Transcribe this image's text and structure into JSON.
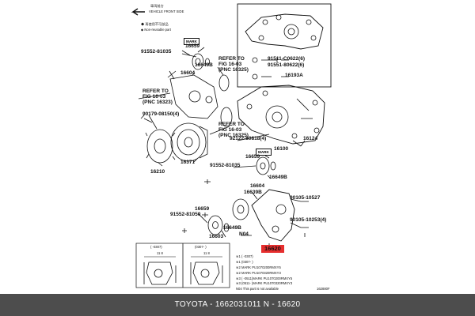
{
  "legend": {
    "front_jp": "車両前方",
    "front_en": "VEHICLE FRONT SIDE",
    "nonreuse_jp": "◆ 再使用不可部品",
    "nonreuse_en": "◆ Non-reusable part"
  },
  "callouts": {
    "p16659a": "16659",
    "p91552a": "91552-81035",
    "p16604a": "16604",
    "p16649Ba": "16649B",
    "refer1a": "REFER TO",
    "refer1b": "FIG 16-03",
    "refer1c": "(PNC 16325)",
    "refer2a": "REFER TO",
    "refer2b": "FIG 16-03",
    "refer2c": "(PNC 16323)",
    "refer3a": "REFER TO",
    "refer3b": "FIG 16-03",
    "refer3c": "(PNC 16325)",
    "p90179": "90179-08150(4)",
    "p92122": "92122-80818(4)",
    "p16124": "16124",
    "p16100": "16100",
    "p16371": "16371",
    "p16210": "16210",
    "p91511": "91511-C0622(6)",
    "p91551": "91551-80622(6)",
    "p16193A": "16193A",
    "p16659b": "16659",
    "p91552b": "91552-81035",
    "p16649Bb": "16649B",
    "p16604b": "16604",
    "p16639B": "16639B",
    "p90105a": "90105-10527",
    "p90105b": "90105-10253(4)",
    "p16659c": "16659",
    "p91552c": "91552-81050",
    "p16649Bc": "16649B",
    "p16603": "16603",
    "n04": "N04",
    "p16620": "16620",
    "mark": "MARK",
    "fig": "162880F"
  },
  "inset": {
    "left_range": "( -0307)",
    "right_range": "(0307- )",
    "left_dim": "11 8",
    "right_dim": "11 8"
  },
  "notes": {
    "n1": "※1 ( -0307)",
    "n2": "※1 (0307- )",
    "n3": "※2 MARK PU1070200RMXY5",
    "n4": "※2 MARK PU1070320RMXY3",
    "n5": "※3 ( -0511)MARK PU1070200RMXY5",
    "n6": "※3 (0511- )MARK PU1070320RMXY3",
    "n7": "N04 This part is not available"
  },
  "footer": {
    "text": "TOYOTA - 1662031011    N - 16620"
  },
  "colors": {
    "highlight": "#e62e2e",
    "footer_bg": "#4d4d4d",
    "footer_text": "#ffffff"
  }
}
